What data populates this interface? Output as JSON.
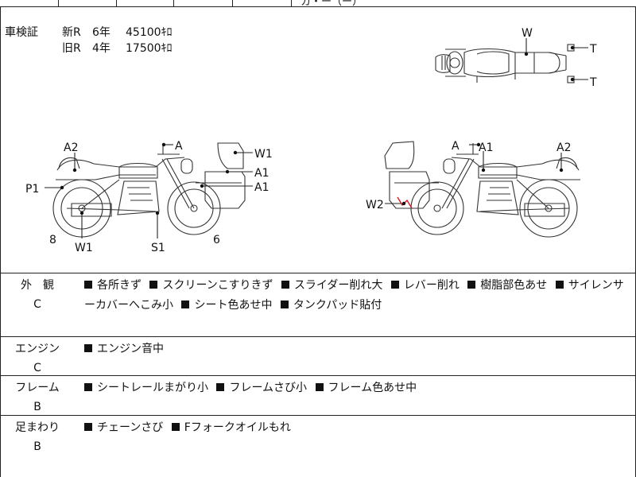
{
  "header": {
    "clipped_text": "カ・ー（ー）"
  },
  "inspection": {
    "label": "車検証",
    "rows": [
      {
        "type": "新R",
        "years": "6年",
        "km": "45100ｷﾛ"
      },
      {
        "type": "旧R",
        "years": "4年",
        "km": "17500ｷﾛ"
      }
    ]
  },
  "diagram": {
    "top_view_labels": [
      "W",
      "T",
      "T"
    ],
    "left_side_labels": [
      "A2",
      "A",
      "W1",
      "A1",
      "A1",
      "P1",
      "8",
      "W1",
      "S1",
      "6"
    ],
    "right_side_labels": [
      "A",
      "A1",
      "A2",
      "W2"
    ],
    "damage_color": "#e0141e"
  },
  "sections": [
    {
      "category": "外　観",
      "grade": "C",
      "items": [
        "各所きず",
        "スクリーンこすりきず",
        "スライダー削れ大",
        "レバー削れ",
        "樹脂部色あせ",
        "サイレンサーカバーへこみ小",
        "シート色あせ中",
        "タンクパッド貼付"
      ]
    },
    {
      "category": "エンジン",
      "grade": "C",
      "items": [
        "エンジン音中"
      ]
    },
    {
      "category": "フレーム",
      "grade": "B",
      "items": [
        "シートレールまがり小",
        "フレームさび小",
        "フレーム色あせ中"
      ]
    },
    {
      "category": "足まわり",
      "grade": "B",
      "items": [
        "チェーンさび",
        "Fフォークオイルもれ"
      ]
    }
  ]
}
